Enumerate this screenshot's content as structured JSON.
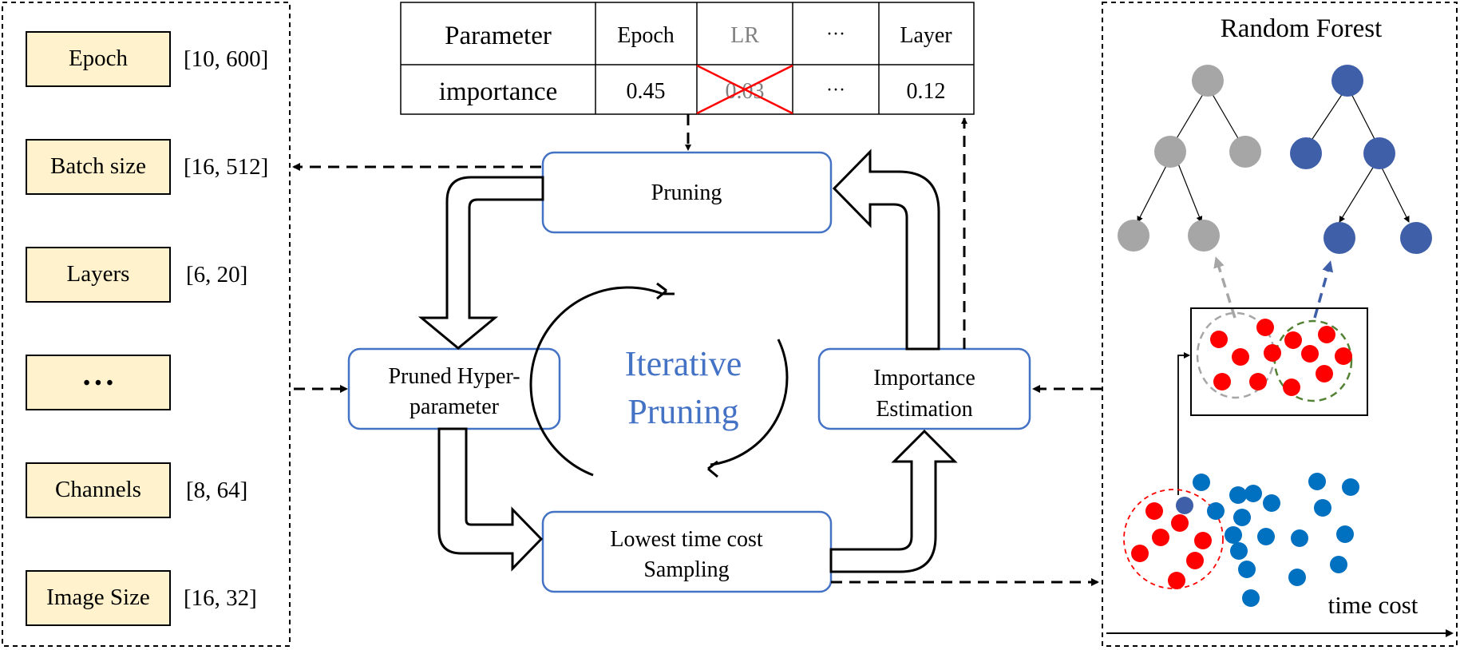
{
  "hyperparameters": [
    {
      "name": "Epoch",
      "range": "[10, 600]"
    },
    {
      "name": "Batch size",
      "range": "[16, 512]"
    },
    {
      "name": "Layers",
      "range": "[6, 20]"
    },
    {
      "name": "• • •",
      "range": ""
    },
    {
      "name": "Channels",
      "range": "[8, 64]"
    },
    {
      "name": "Image Size",
      "range": "[16, 32]"
    }
  ],
  "table": {
    "header_label": "Parameter",
    "row_label": "importance",
    "columns": [
      {
        "name": "Epoch",
        "value": "0.45",
        "pruned": false
      },
      {
        "name": "LR",
        "value": "0.03",
        "pruned": true
      },
      {
        "name": "···",
        "value": "···",
        "pruned": false
      },
      {
        "name": "Layer",
        "value": "0.12",
        "pruned": false
      }
    ]
  },
  "loop": {
    "pruning": "Pruning",
    "pruned_hyper_line1": "Pruned Hyper-",
    "pruned_hyper_line2": "parameter",
    "sampling_line1": "Lowest time cost",
    "sampling_line2": "Sampling",
    "importance_line1": "Importance",
    "importance_line2": "Estimation",
    "center_line1": "Iterative",
    "center_line2": "Pruning"
  },
  "right_panel": {
    "title": "Random Forest",
    "axis_label": "time cost"
  },
  "colors": {
    "box_border": "#4472c4",
    "param_fill": "#fff2cc",
    "center_text": "#4472c4",
    "tree_gray": "#a6a6a6",
    "tree_blue": "#3f5fa8",
    "dot_red": "#ff0000",
    "dot_blue": "#0070c0",
    "cross_red": "#ff0000",
    "dashed_green": "#548235",
    "dashed_gray": "#a6a6a6"
  }
}
